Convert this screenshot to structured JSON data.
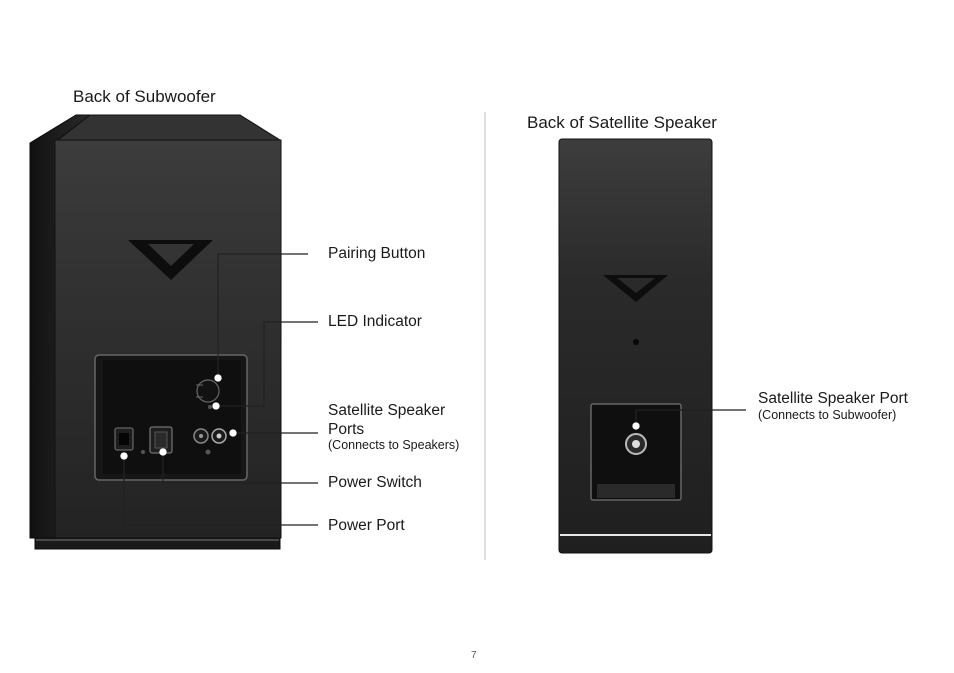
{
  "left": {
    "heading": "Back of Subwoofer",
    "callouts": {
      "pairing_button": "Pairing Button",
      "led_indicator": "LED Indicator",
      "satellite_ports_line1": "Satellite Speaker",
      "satellite_ports_line2": "Ports",
      "satellite_ports_note": "(Connects to Speakers)",
      "power_switch": "Power Switch",
      "power_port": "Power Port"
    }
  },
  "right": {
    "heading": "Back of Satellite Speaker",
    "callouts": {
      "satellite_port": "Satellite Speaker Port",
      "satellite_port_note": "(Connects to Subwoofer)"
    }
  },
  "page_number": "7",
  "colors": {
    "cabinet_dark": "#1e1e1e",
    "cabinet_mid": "#3a3a3a",
    "callout_line": "#222222"
  }
}
